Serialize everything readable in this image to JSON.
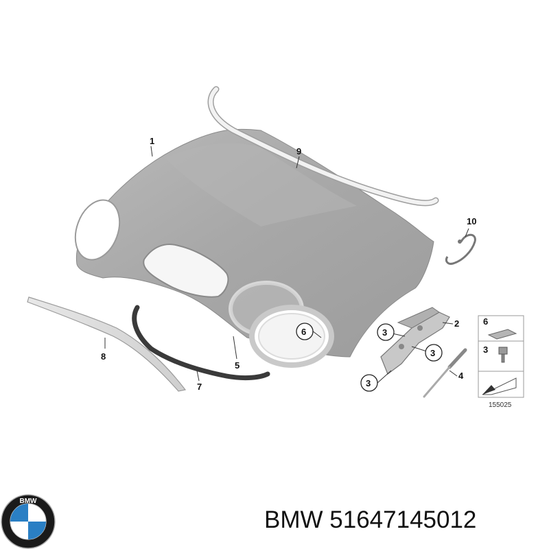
{
  "diagram": {
    "callouts": {
      "c1": "1",
      "c2": "2",
      "c3a": "3",
      "c3b": "3",
      "c3c": "3",
      "c4": "4",
      "c5": "5",
      "c6": "6",
      "c7": "7",
      "c8": "8",
      "c9": "9",
      "c10": "10"
    },
    "legend": {
      "item6": "6",
      "item3": "3"
    },
    "figure_number": "155025"
  },
  "logo": {
    "text": "BMW",
    "colors": {
      "ring": "#1a1a1a",
      "blue": "#2a7fc4",
      "white": "#ffffff"
    }
  },
  "caption": {
    "brand": "BMW",
    "part_number": "51647145012"
  }
}
